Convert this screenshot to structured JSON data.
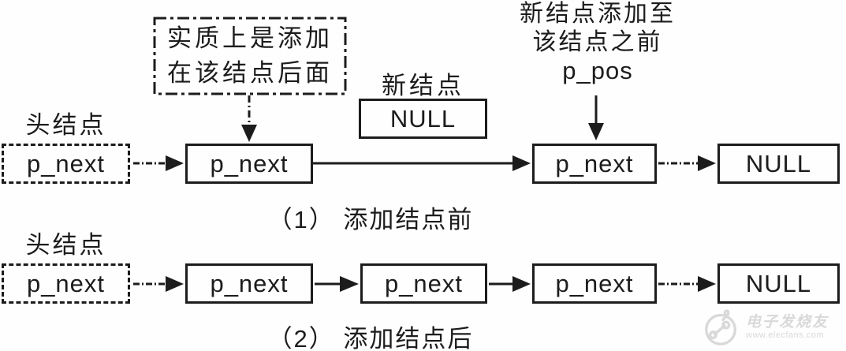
{
  "diagram": {
    "background": "#ffffff",
    "line_color": "#1c1c1c",
    "annotation_left": {
      "line1": "实质上是添加",
      "line2": "在该结点后面"
    },
    "new_node": {
      "label": "新结点",
      "value": "NULL"
    },
    "annotation_right": {
      "line1": "新结点添加至",
      "line2": "该结点之前",
      "line3": "p_pos"
    },
    "rows": [
      {
        "head_label": "头结点",
        "head_value": "p_next",
        "nodes": [
          "p_next",
          "p_next"
        ],
        "tail_value": "NULL",
        "caption": "（1） 添加结点前"
      },
      {
        "head_label": "头结点",
        "head_value": "p_next",
        "nodes": [
          "p_next",
          "p_next",
          "p_next"
        ],
        "tail_value": "NULL",
        "caption": "（2） 添加结点后"
      }
    ],
    "watermark": {
      "brand": "电子发烧友",
      "url": "www.elecfans.com"
    }
  }
}
